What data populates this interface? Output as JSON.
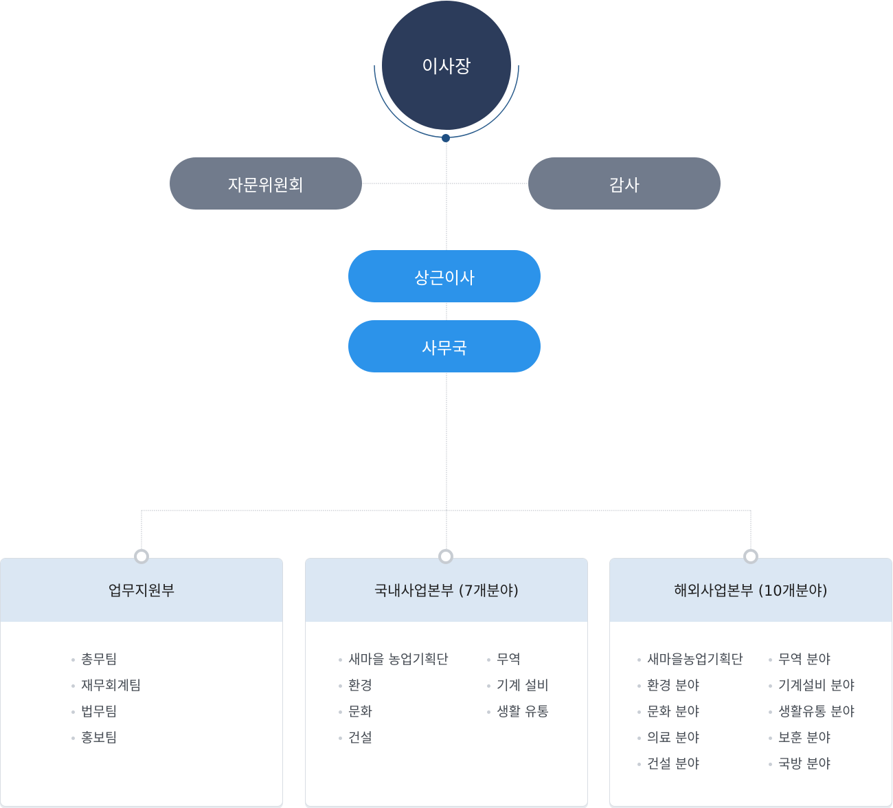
{
  "top": {
    "label": "이사장"
  },
  "side_left": {
    "label": "자문위원회"
  },
  "side_right": {
    "label": "감사"
  },
  "standing_director": {
    "label": "상근이사"
  },
  "secretariat": {
    "label": "사무국"
  },
  "panels": [
    {
      "title": "업무지원부",
      "columns": [
        [
          "총무팀",
          "재무회계팀",
          "법무팀",
          "홍보팀"
        ]
      ]
    },
    {
      "title": "국내사업본부 (7개분야)",
      "columns": [
        [
          "새마을 농업기획단",
          "환경",
          "문화",
          "건설"
        ],
        [
          "무역",
          "기계 설비",
          "생활 유통"
        ]
      ]
    },
    {
      "title": "해외사업본부 (10개분야)",
      "columns": [
        [
          "새마을농업기획단",
          "환경 분야",
          "문화 분야",
          "의료 분야",
          "건설 분야"
        ],
        [
          "무역 분야",
          "기계설비 분야",
          "생활유통 분야",
          "보훈 분야",
          "국방 분야"
        ]
      ]
    }
  ],
  "colors": {
    "top_node": "#2c3c5b",
    "side_nodes": "#717b8c",
    "blue_nodes": "#2c93ea",
    "panel_header": "#dbe7f3",
    "line": "#b9bec6"
  }
}
